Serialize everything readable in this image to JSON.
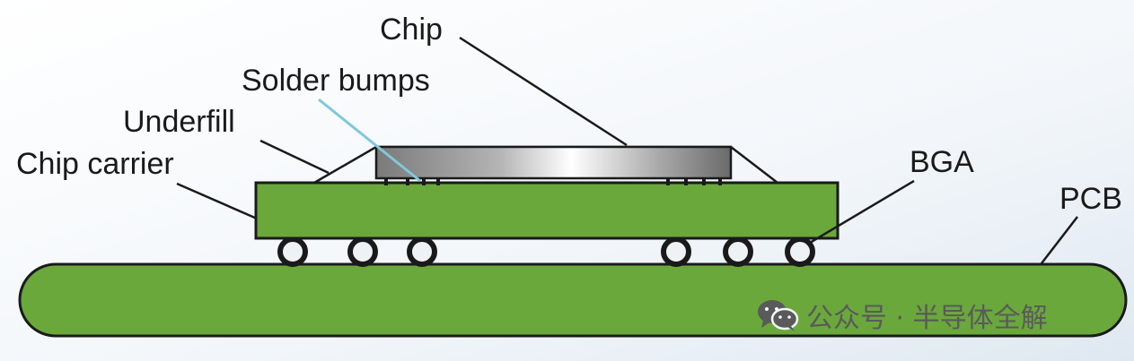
{
  "labels": {
    "chip": "Chip",
    "solder_bumps": "Solder bumps",
    "underfill": "Underfill",
    "chip_carrier": "Chip carrier",
    "bga": "BGA",
    "pcb": "PCB"
  },
  "watermark": {
    "text": "公众号 · 半导体全解",
    "icon": "wechat-icon"
  },
  "colors": {
    "green": "#6aa83c",
    "outline": "#1a1a1a",
    "chip_gradient": [
      "#7a7a7a",
      "#ffffff",
      "#6a6a6a"
    ],
    "solder_line": "#7fc8dc",
    "background": [
      "#ffffff",
      "#e3ebf3"
    ]
  }
}
